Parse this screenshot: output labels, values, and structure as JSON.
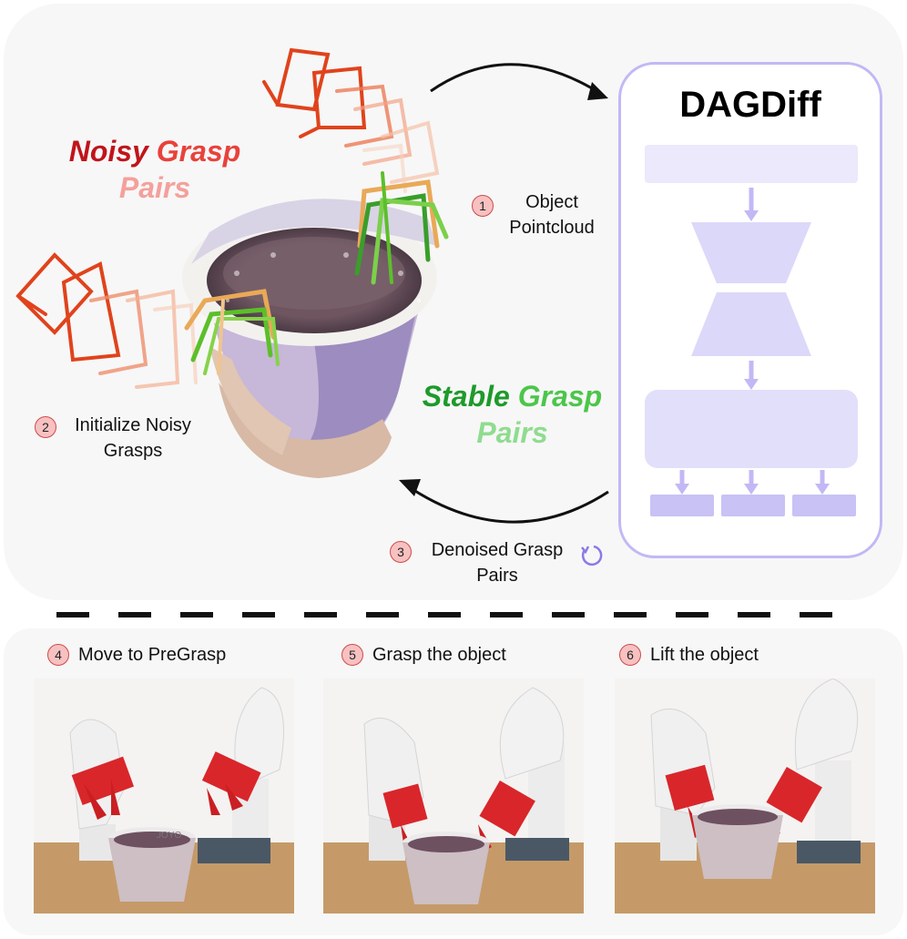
{
  "top": {
    "noisy_label": {
      "line1_a": "Noisy",
      "line1_b": "Grasp",
      "line2": "Pairs"
    },
    "stable_label": {
      "line1_a": "Stable",
      "line1_b": "Grasp",
      "line2": "Pairs"
    },
    "dagdiff_title": "DAGDiff",
    "step1": {
      "num": "1",
      "line1": "Object",
      "line2": "Pointcloud"
    },
    "step2": {
      "num": "2",
      "line1": "Initialize Noisy",
      "line2": "Grasps"
    },
    "step3": {
      "num": "3",
      "line1": "Denoised Grasp",
      "line2": "Pairs"
    }
  },
  "bottom": {
    "step4": {
      "num": "4",
      "label": "Move to PreGrasp"
    },
    "step5": {
      "num": "5",
      "label": "Grasp the object"
    },
    "step6": {
      "num": "6",
      "label": "Lift the object"
    },
    "bucket_text": "JOYO"
  },
  "colors": {
    "noisy_dark": "#c0141b",
    "noisy_light": "#f4a09c",
    "stable_dark": "#1e9a2b",
    "stable_light": "#8fdc8f",
    "dag_block": "#e8e6fb",
    "dag_block_dark": "#c8c2f5"
  }
}
